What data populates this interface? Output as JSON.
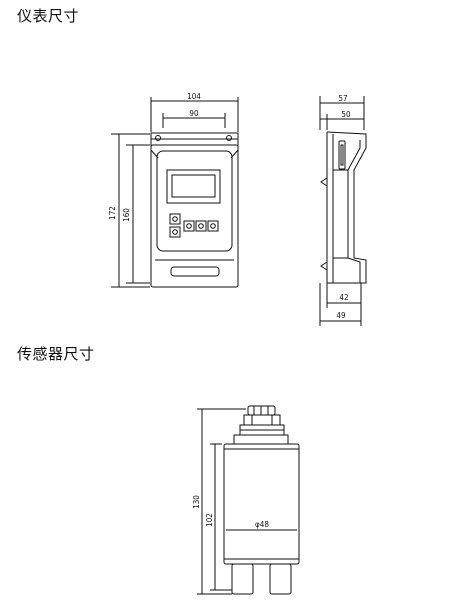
{
  "headings": {
    "instrument": "仪表尺寸",
    "sensor": "传感器尺寸"
  },
  "dimensions": {
    "front_total_width": "104",
    "front_inner_width": "90",
    "front_total_height": "172",
    "front_inner_height": "160",
    "side_top_depth": "57",
    "side_top_inner": "50",
    "side_bottom_inner": "42",
    "side_bottom_depth": "49",
    "sensor_total_height": "130",
    "sensor_body_height": "102",
    "sensor_diameter": "φ48"
  }
}
